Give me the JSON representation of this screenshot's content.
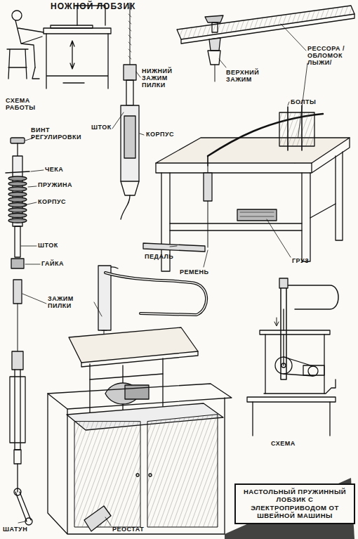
{
  "diagram": {
    "title": "НОЖНОЙ ЛОБЗИК",
    "nodes": [
      {
        "text": [
          "НАСТОЛЬНЫЙ ПРУЖИННЫЙ ЛОБЗИК С ЭЛЕКТРОПРИВОДОМ ОТ ШВЕЙНОЙ МАШИНЫ"
        ]
      }
    ],
    "edges": [],
    "labels": [
      "СХЕМА РАБОТЫ",
      "НИЖНИЙ ЗАЖИМ ПИЛКИ",
      "ШТОК",
      "КОРПУС",
      "ВЕРХНИЙ ЗАЖИМ",
      "РЕССОРА /ОБЛОМОК ЛЫЖИ/",
      "БОЛТЫ",
      "ВИНТ РЕГУЛИРОВКИ",
      "ЧЕКА",
      "ПРУЖИНА",
      "КОРПУС",
      "ШТОК",
      "ГАЙКА",
      "ЗАЖИМ ПИЛКИ",
      "ПЕДАЛЬ",
      "РЕМЕНЬ",
      "ГРУЗ",
      "ШАТУН",
      "РЕОСТАТ",
      "СХЕМА"
    ]
  }
}
